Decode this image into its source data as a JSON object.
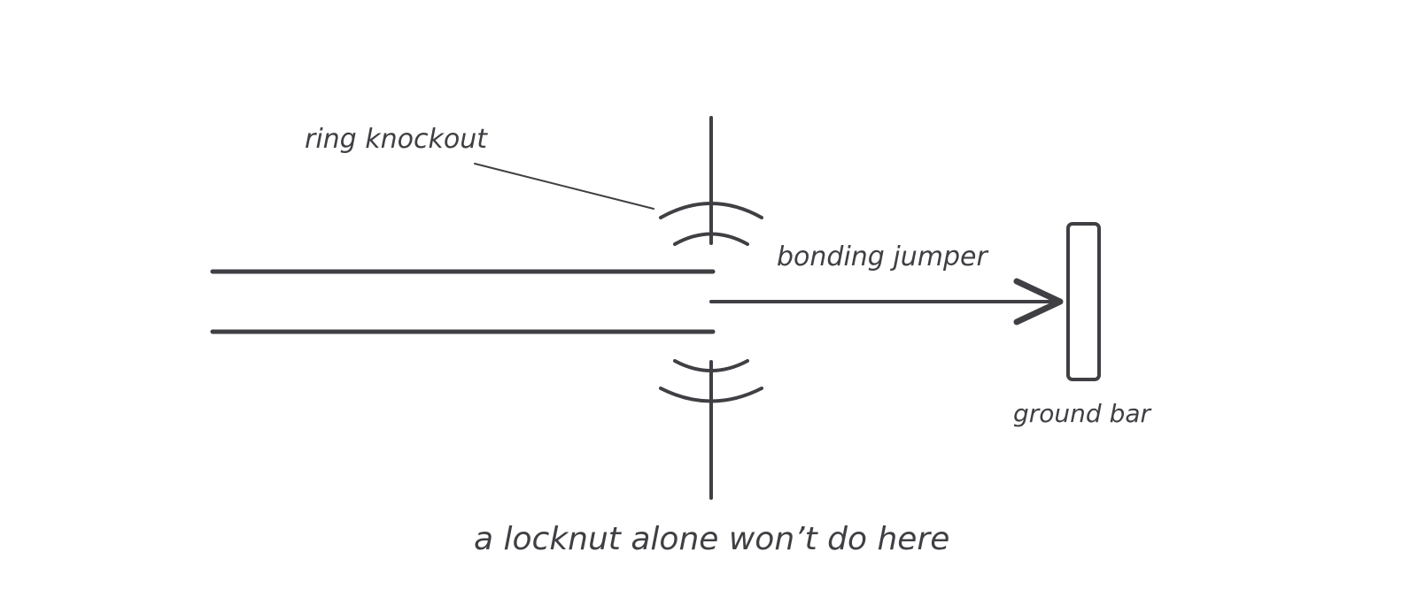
{
  "diagram": {
    "labels": {
      "ring_knockout": "ring knockout",
      "bonding_jumper": "bonding jumper",
      "ground_bar": "ground bar",
      "caption": "a locknut alone won’t do here"
    },
    "colors": {
      "ink": "#3f3f44",
      "background": "#ffffff"
    }
  }
}
